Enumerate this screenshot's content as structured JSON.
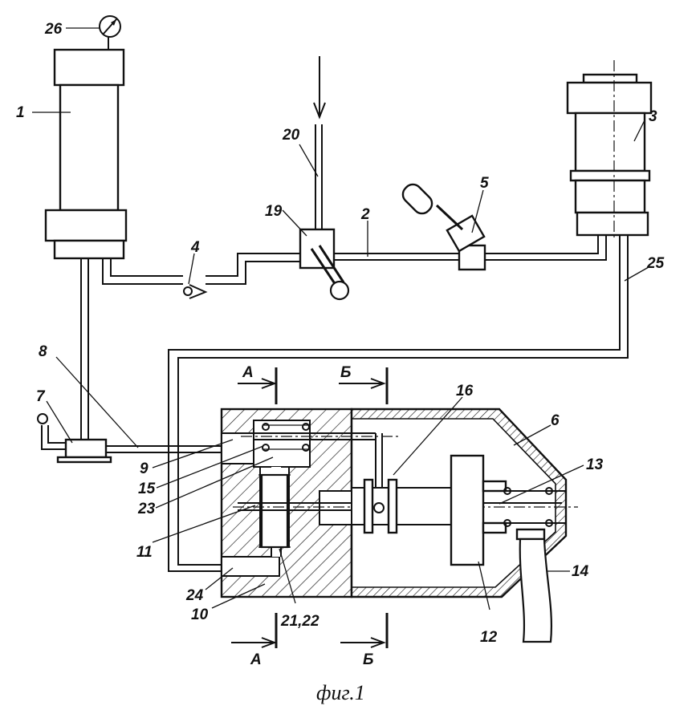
{
  "labels": {
    "l1": "1",
    "l2": "2",
    "l3": "3",
    "l4": "4",
    "l5": "5",
    "l6": "6",
    "l7": "7",
    "l8": "8",
    "l9": "9",
    "l10": "10",
    "l11": "11",
    "l12": "12",
    "l13": "13",
    "l14": "14",
    "l15": "15",
    "l16": "16",
    "l19": "19",
    "l20": "20",
    "l21_22": "21,22",
    "l23": "23",
    "l24": "24",
    "l25": "25",
    "l26": "26"
  },
  "sections": {
    "a_top": "А",
    "b_top": "Б",
    "a_bottom": "А",
    "b_bottom": "Б"
  },
  "caption": "фиг.1"
}
